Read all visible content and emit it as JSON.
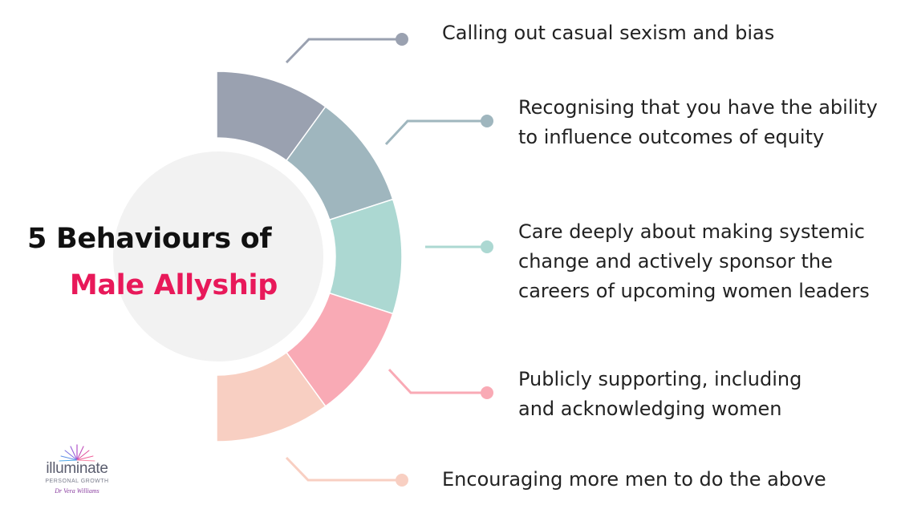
{
  "title": {
    "line1": "5 Behaviours of",
    "line2": "Male Allyship",
    "line2_color": "#e8195a"
  },
  "items": [
    {
      "text": "Calling out casual sexism and bias",
      "color": "#9aa1b0"
    },
    {
      "text": "Recognising that you have the ability\nto influence outcomes of equity",
      "color": "#9fb6be"
    },
    {
      "text": "Care deeply about making systemic\nchange and actively sponsor the\ncareers of upcoming women leaders",
      "color": "#acd8d2"
    },
    {
      "text": "Publicly supporting, including\nand acknowledging women",
      "color": "#f9aab5"
    },
    {
      "text": "Encouraging more men to do the above",
      "color": "#f8cfc2"
    }
  ],
  "center_circle_color": "#f2f2f2",
  "logo": {
    "name": "illuminate",
    "tagline": "PERSONAL GROWTH",
    "signature": "Dr Vera Williams"
  }
}
